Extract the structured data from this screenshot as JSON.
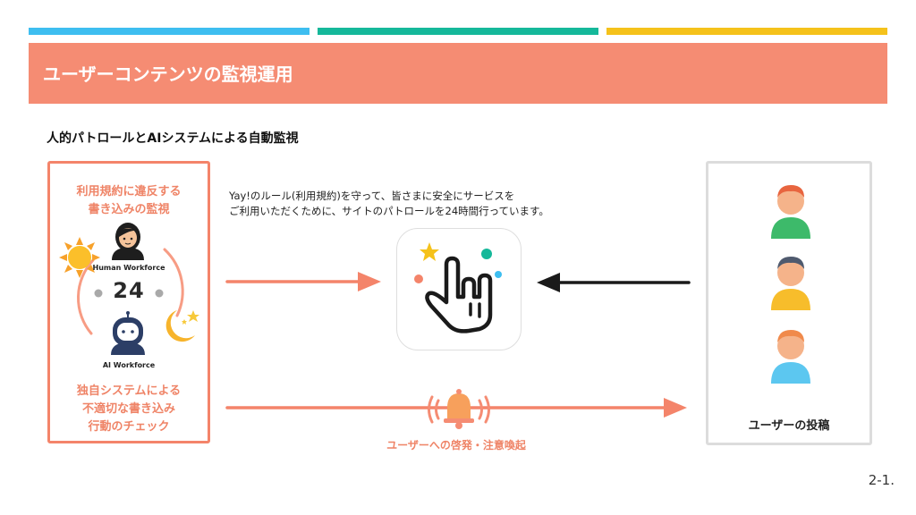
{
  "colors": {
    "bar_blue": "#3ebef0",
    "bar_teal": "#15b89a",
    "bar_yellow": "#f5c21b",
    "title_band": "#f58c73",
    "accent_coral": "#f4846a",
    "arrow_dark": "#1a1a1a",
    "right_border": "#dcdcdc"
  },
  "header": {
    "title": "ユーザーコンテンツの監視運用"
  },
  "subtitle": "人的パトロールとAIシステムによる自動監視",
  "left_panel": {
    "top_text_line1": "利用規約に違反する",
    "top_text_line2": "書き込みの監視",
    "human_label": "Human Workforce",
    "badge": "24",
    "ai_label": "AI Workforce",
    "bottom_text_line1": "独自システムによる",
    "bottom_text_line2": "不適切な書き込み",
    "bottom_text_line3": "行動のチェック",
    "icons": [
      "sun-icon",
      "human-avatar-icon",
      "robot-avatar-icon",
      "moon-stars-icon"
    ]
  },
  "center": {
    "description_line1": "Yay!のルール(利用規約)を守って、皆さまに安全にサービスを",
    "description_line2": "ご利用いただくために、サイトのパトロールを24時間行っています。",
    "app_icon": "yay-hand-logo-icon",
    "alert_icon": "alarm-bell-icon",
    "alert_label": "ユーザーへの啓発・注意喚起"
  },
  "right_panel": {
    "label": "ユーザーの投稿",
    "users": [
      "user-green-icon",
      "user-yellow-icon",
      "user-blue-icon"
    ]
  },
  "footer": {
    "page_number": "2-1."
  }
}
